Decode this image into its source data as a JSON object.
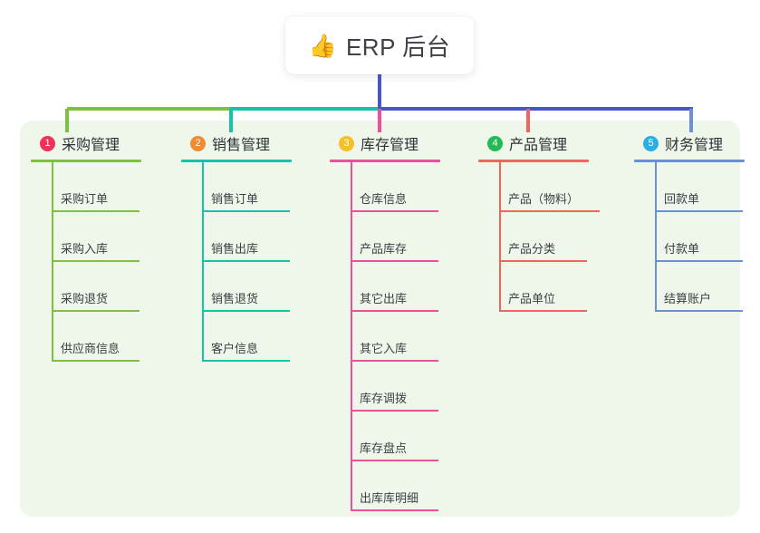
{
  "diagram": {
    "type": "mindmap-tree",
    "root": {
      "icon": "thumbs-up-icon",
      "emoji": "👍",
      "title": "ERP 后台"
    },
    "panel_color": "#eef7ea",
    "stem_color": "#4a55c8",
    "bus_segments": [
      {
        "color": "#7fc041",
        "note": "left segment"
      },
      {
        "color": "#16c3a8",
        "note": "middle segment"
      },
      {
        "color": "#4a55c8",
        "note": "right segment"
      }
    ],
    "columns": [
      {
        "number": "1",
        "title": "采购管理",
        "badge_color": "#f0315b",
        "line_color": "#7fc041",
        "items": [
          {
            "label": "采购订单"
          },
          {
            "label": "采购入库"
          },
          {
            "label": "采购退货"
          },
          {
            "label": "供应商信息"
          }
        ]
      },
      {
        "number": "2",
        "title": "销售管理",
        "badge_color": "#f08a33",
        "line_color": "#16c3a8",
        "items": [
          {
            "label": "销售订单"
          },
          {
            "label": "销售出库"
          },
          {
            "label": "销售退货"
          },
          {
            "label": "客户信息"
          }
        ]
      },
      {
        "number": "3",
        "title": "库存管理",
        "badge_color": "#f5bf26",
        "line_color": "#ee4f9b",
        "items": [
          {
            "label": "仓库信息"
          },
          {
            "label": "产品库存"
          },
          {
            "label": "其它出库"
          },
          {
            "label": "其它入库"
          },
          {
            "label": "库存调拨"
          },
          {
            "label": "库存盘点"
          },
          {
            "label": "出库库明细"
          }
        ]
      },
      {
        "number": "4",
        "title": "产品管理",
        "badge_color": "#22bb55",
        "line_color": "#f2655e",
        "items": [
          {
            "label": "产品（物料）",
            "wide": true
          },
          {
            "label": "产品分类"
          },
          {
            "label": "产品单位"
          }
        ]
      },
      {
        "number": "5",
        "title": "财务管理",
        "badge_color": "#29aee4",
        "line_color": "#6d8fd6",
        "items": [
          {
            "label": "回款单"
          },
          {
            "label": "付款单"
          },
          {
            "label": "结算账户"
          }
        ]
      }
    ]
  }
}
